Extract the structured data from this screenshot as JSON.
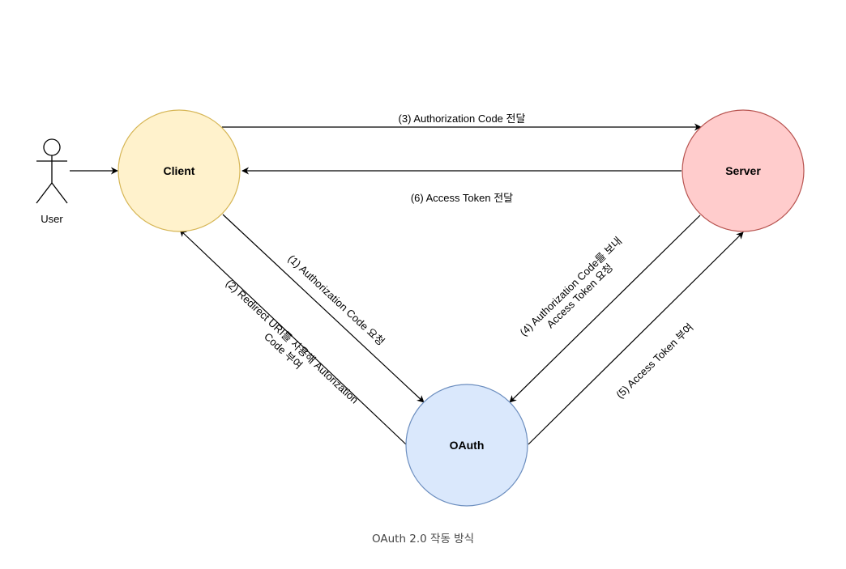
{
  "actor": {
    "label": "User"
  },
  "nodes": {
    "client": {
      "label": "Client",
      "fill": "#fff2cc",
      "stroke": "#d6b656"
    },
    "server": {
      "label": "Server",
      "fill": "#ffcccc",
      "stroke": "#b85450"
    },
    "oauth": {
      "label": "OAuth",
      "fill": "#dae8fc",
      "stroke": "#6c8ebf"
    }
  },
  "edges": {
    "e1": "(1) Authorization Code 요청",
    "e2_line1": "(2) Redirect URI를 사용해 Autorization",
    "e2_line2": "Code 부여",
    "e3": "(3) Authorization Code 전달",
    "e4_line1": "(4) Authorization Code를 보내",
    "e4_line2": "Access Token 요청",
    "e5": "(5) Access Token 부여",
    "e6": "(6) Access Token 전달"
  },
  "caption": "OAuth 2.0 작동 방식"
}
